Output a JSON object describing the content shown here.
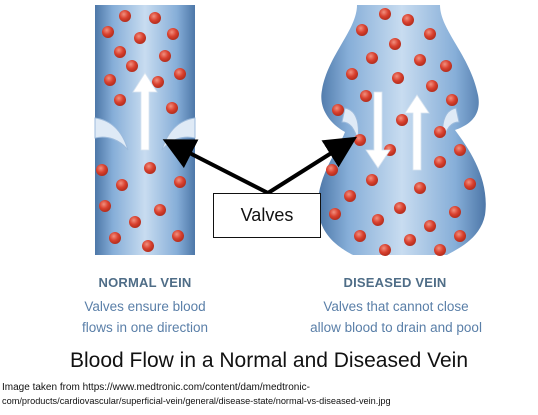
{
  "labels": {
    "normal_title": "NORMAL VEIN",
    "normal_caption_line1": "Valves ensure blood",
    "normal_caption_line2": "flows in one direction",
    "diseased_title": "DISEASED VEIN",
    "diseased_caption_line1": "Valves that cannot close",
    "diseased_caption_line2": "allow blood to drain and pool",
    "callout": "Valves"
  },
  "title": "Blood Flow in a Normal and Diseased Vein",
  "source": {
    "line1": "Image taken from https://www.medtronic.com/content/dam/medtronic-",
    "line2": "com/products/cardiovascular/superficial-vein/general/disease-state/normal-vs-diseased-vein.jpg"
  },
  "colors": {
    "vein_light": "#b7d0ea",
    "vein_mid": "#86aed8",
    "vein_dark": "#4d77a8",
    "blood_cell": "#d9412f",
    "blood_cell_highlight": "#f1907f",
    "arrow_fill": "#ffffff",
    "heading": "#4f6d87",
    "caption": "#5a7fa8"
  }
}
